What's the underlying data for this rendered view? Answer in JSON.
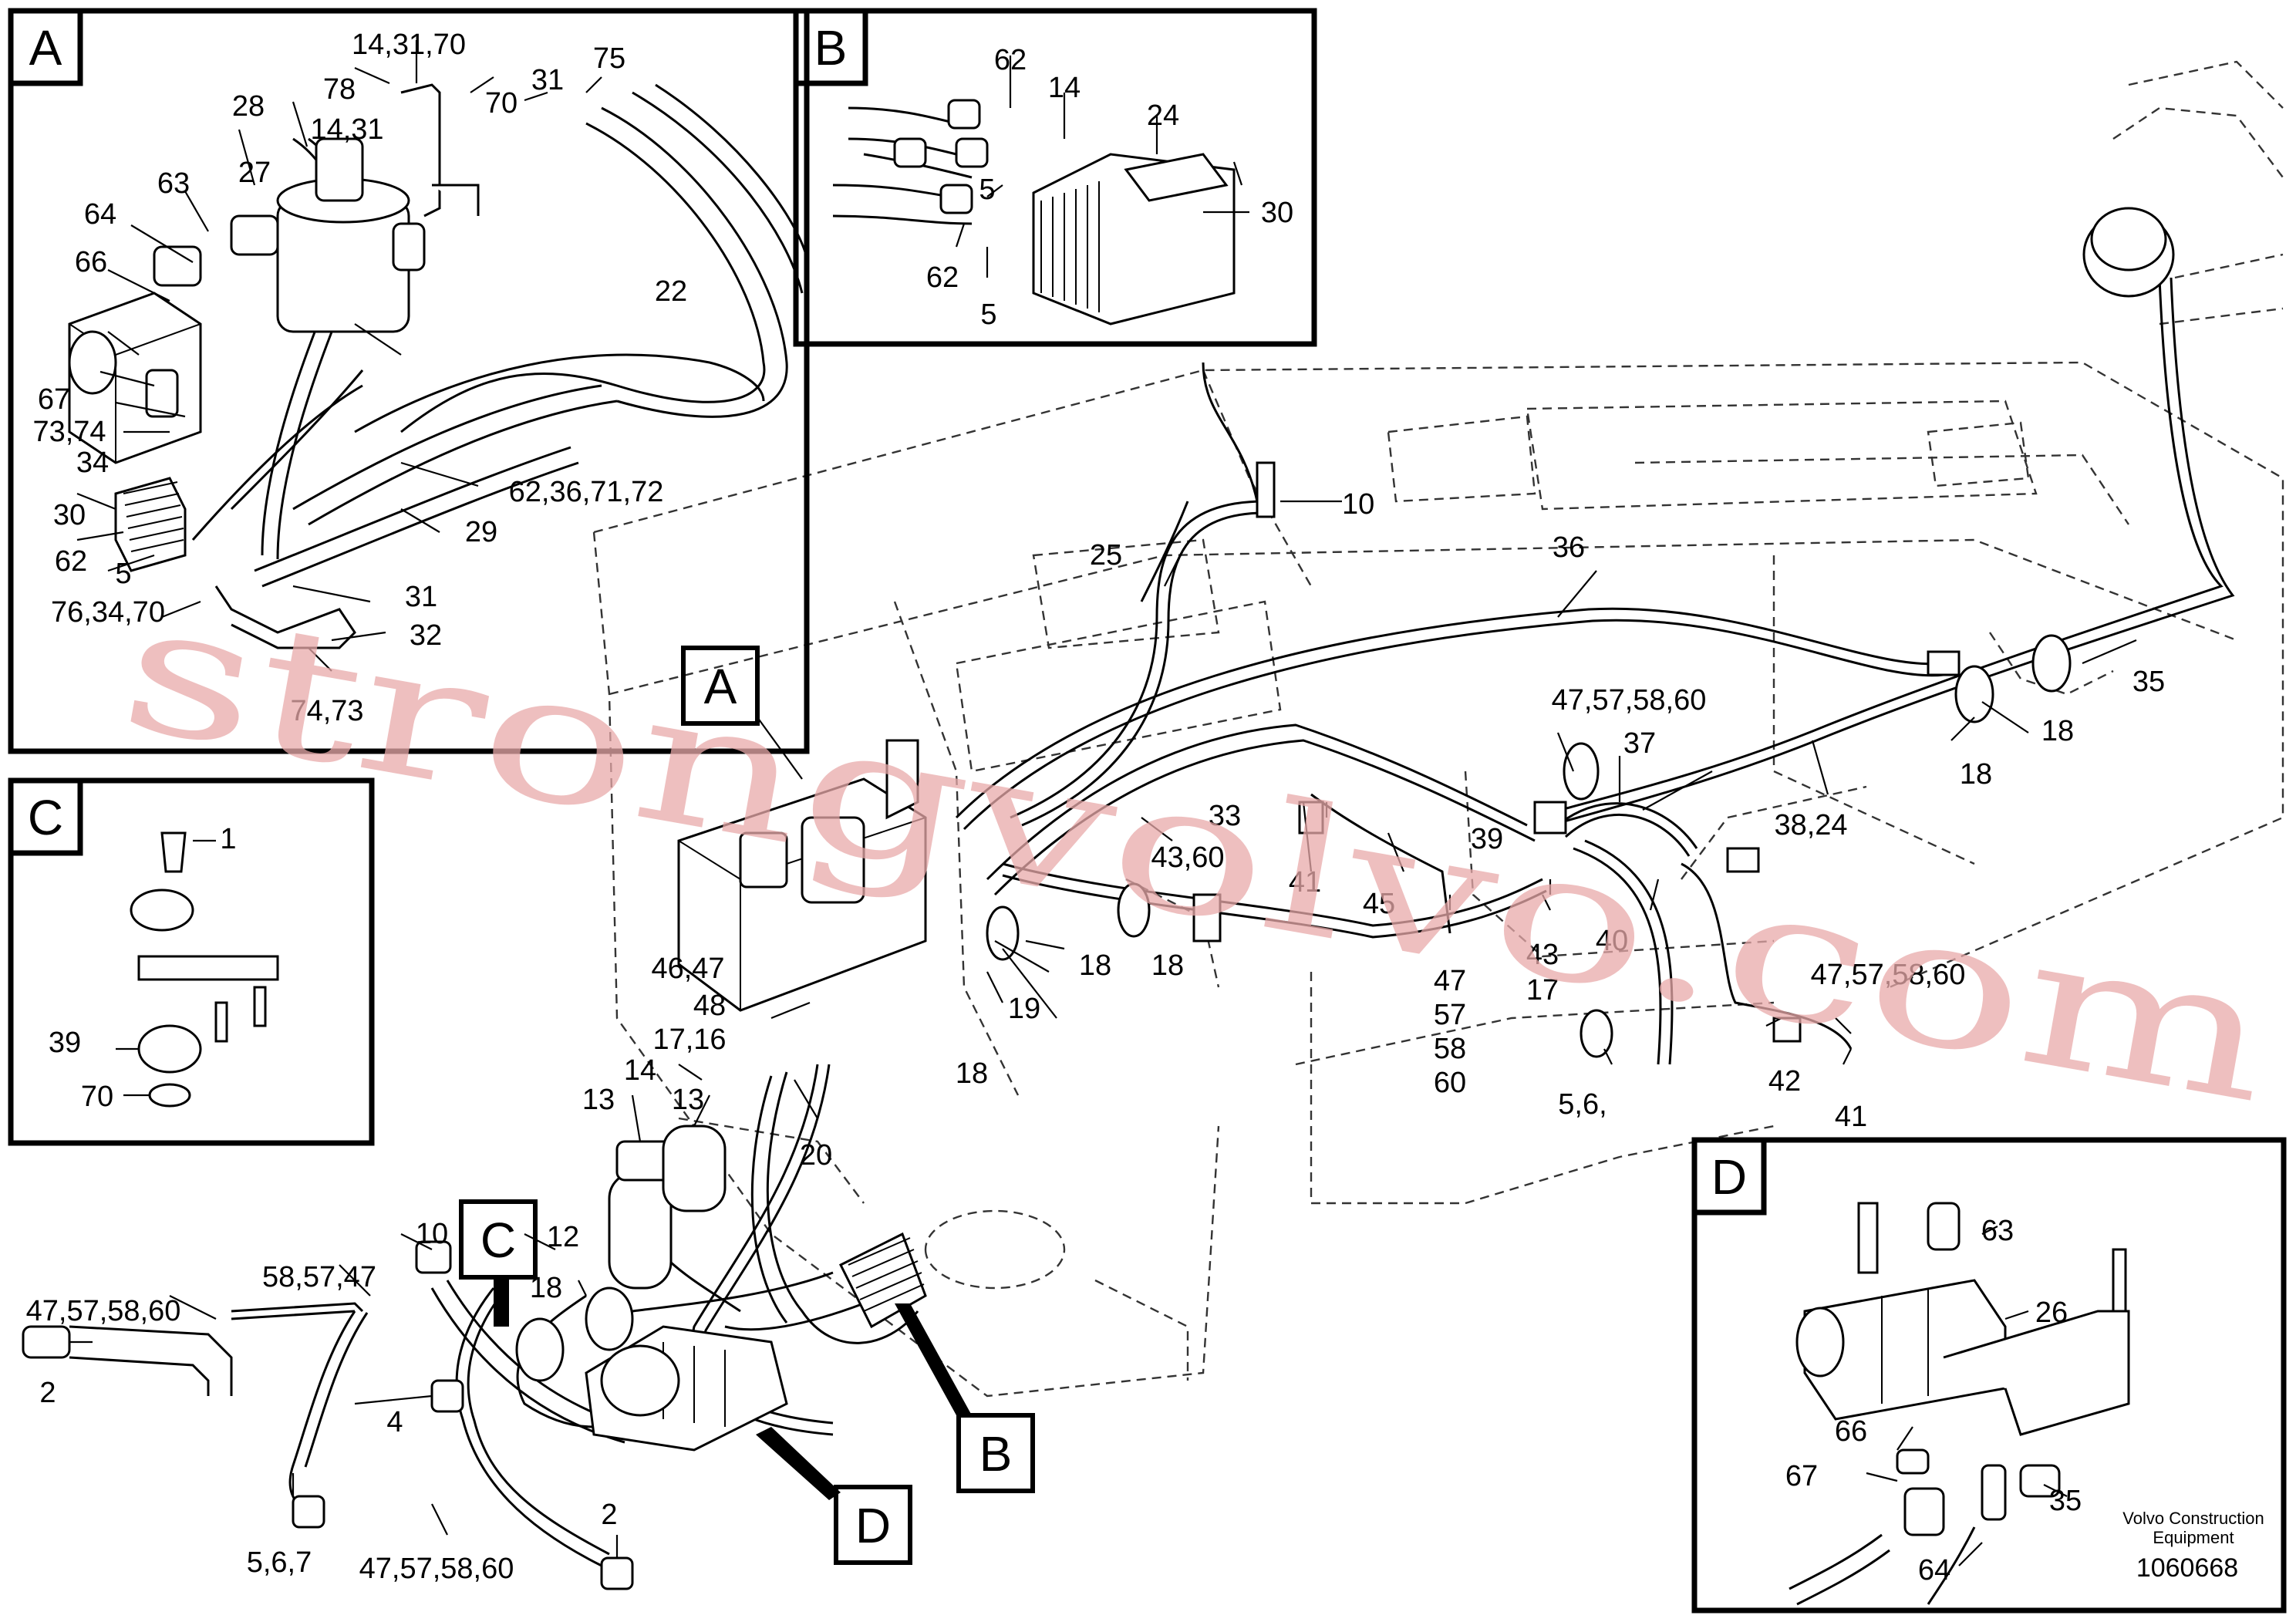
{
  "detail_boxes": [
    {
      "id": "A",
      "label": "A"
    },
    {
      "id": "B",
      "label": "B"
    },
    {
      "id": "C",
      "label": "C"
    },
    {
      "id": "D",
      "label": "D"
    }
  ],
  "pointer_labels": [
    {
      "id": "A",
      "label": "A"
    },
    {
      "id": "B",
      "label": "B"
    },
    {
      "id": "C",
      "label": "C"
    },
    {
      "id": "D",
      "label": "D"
    }
  ],
  "callouts": {
    "A": [
      "14,31,70",
      "78",
      "14,31",
      "28",
      "27",
      "70",
      "31",
      "75",
      "63",
      "64",
      "66",
      "67",
      "73,74",
      "34",
      "30",
      "62",
      "5",
      "76,34,70",
      "22",
      "62,36,71,72",
      "29",
      "31",
      "32",
      "74,73"
    ],
    "B": [
      "62",
      "14",
      "24",
      "5",
      "30",
      "62",
      "5"
    ],
    "C": [
      "1",
      "39",
      "70"
    ],
    "D": [
      "63",
      "26",
      "66",
      "67",
      "35",
      "64"
    ],
    "main": [
      "10",
      "25",
      "36",
      "35",
      "18",
      "18",
      "47,57,58,60",
      "37",
      "38,24",
      "33",
      "43,60",
      "41",
      "45",
      "39",
      "47",
      "57",
      "58",
      "60",
      "43",
      "17",
      "40",
      "47,57,58,60",
      "42",
      "41",
      "5,6,",
      "18",
      "18",
      "46,47",
      "48",
      "19",
      "18",
      "17,16",
      "14",
      "13",
      "13",
      "20",
      "12",
      "10",
      "18",
      "58,57,47",
      "47,57,58,60",
      "2",
      "4",
      "5,6,7",
      "47,57,58,60",
      "2"
    ]
  },
  "credit": {
    "line1": "Volvo Construction",
    "line2": "Equipment"
  },
  "doc_number": "1060668",
  "watermark": "strongvolvo.com",
  "colors": {
    "line": "#000000",
    "background": "#ffffff",
    "watermark": "#e8a9a9"
  }
}
